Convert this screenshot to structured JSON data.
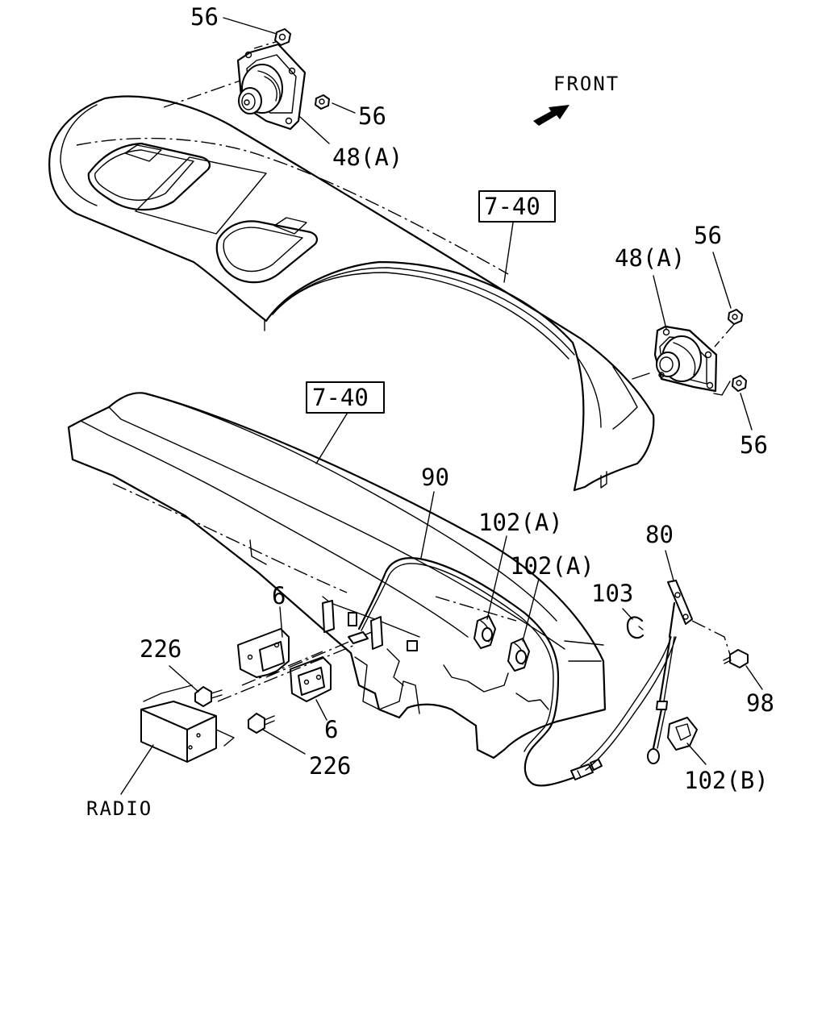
{
  "callouts": {
    "nut_56_top": "56",
    "nut_56_top_right": "56",
    "speaker_48a_left": "48(A)",
    "ref_7_40_upper": "7-40",
    "speaker_48a_right": "48(A)",
    "nut_56_right_upper": "56",
    "nut_56_right_lower": "56",
    "ref_7_40_lower": "7-40",
    "cable_90": "90",
    "clip_102a_upper": "102(A)",
    "clip_102a_lower": "102(A)",
    "clip_103": "103",
    "antenna_80": "80",
    "screw_98": "98",
    "clip_102b": "102(B)",
    "bracket_6_upper": "6",
    "bracket_6_lower": "6",
    "bolt_226_upper": "226",
    "bolt_226_lower": "226",
    "radio": "RADIO"
  },
  "front_indicator": {
    "label": "FRONT",
    "icon": "arrow-icon"
  }
}
